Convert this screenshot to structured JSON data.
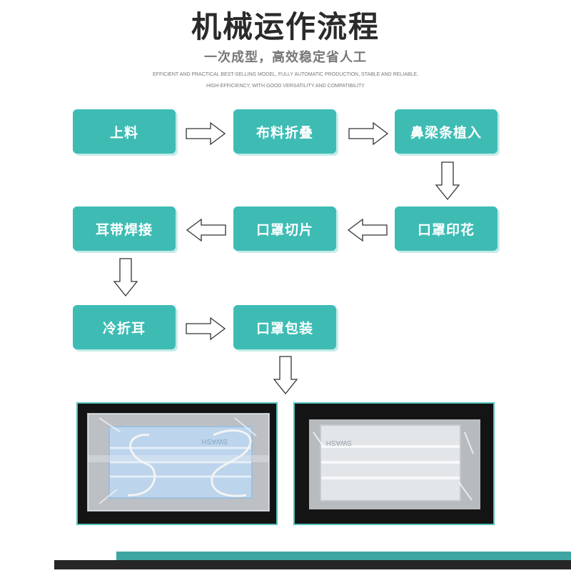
{
  "header": {
    "title": "机械运作流程",
    "subtitle": "一次成型，高效稳定省人工",
    "english_line1": "EFFICIENT AND PRACTICAL BEST-SELLING MODEL, FULLY AUTOMATIC PRODUCTION, STABLE AND RELIABLE,",
    "english_line2": "HIGH EFFICIENCY, WITH GOOD VERSATILITY AND COMPATIBILITY"
  },
  "steps": [
    {
      "id": "s1",
      "label": "上料"
    },
    {
      "id": "s2",
      "label": "布料折叠"
    },
    {
      "id": "s3",
      "label": "鼻梁条植入"
    },
    {
      "id": "s4",
      "label": "口罩印花"
    },
    {
      "id": "s5",
      "label": "口罩切片"
    },
    {
      "id": "s6",
      "label": "耳带焊接"
    },
    {
      "id": "s7",
      "label": "冷折耳"
    },
    {
      "id": "s8",
      "label": "口罩包装"
    }
  ],
  "photos": {
    "left_mask_print": "SWASH",
    "right_mask_print": "SWASH"
  },
  "colors": {
    "step_fill": "#3ebcb4",
    "step_shadow": "#c5ebe9",
    "bar_teal": "#3ea6a2",
    "bar_dark": "#262626"
  }
}
